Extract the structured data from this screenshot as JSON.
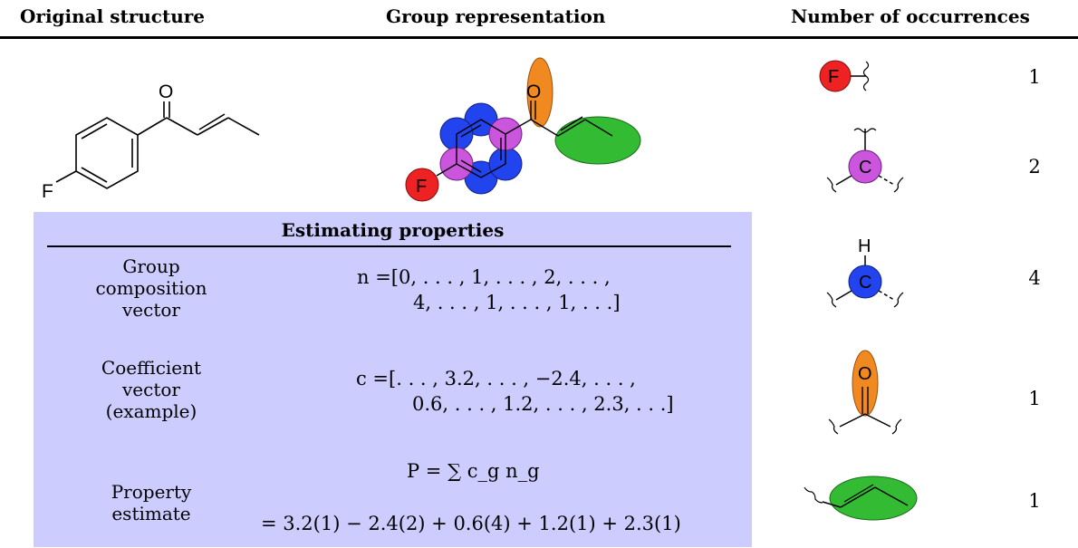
{
  "headers": {
    "original": "Original structure",
    "group": "Group representation",
    "occurrences": "Number of occurrences"
  },
  "molecule": {
    "oxygen": "O",
    "fluorine": "F"
  },
  "panel": {
    "title": "Estimating properties",
    "rows": [
      {
        "label": [
          "Group",
          "composition",
          "vector"
        ],
        "eq": [
          "n =[0, . . . , 1, . . . , 2, . . . ,",
          "4, . . . , 1, . . . , 1, . . .]"
        ]
      },
      {
        "label": [
          "Coefficient",
          "vector",
          "(example)"
        ],
        "eq": [
          "c =[. . . , 3.2, . . . , −2.4, . . . ,",
          "0.6, . . . , 1.2, . . . , 2.3, . . .]"
        ]
      },
      {
        "label": [
          "Property",
          "estimate"
        ],
        "eq": [
          "P = ∑ c_g n_g",
          "= 3.2(1) − 2.4(2) + 0.6(4) + 1.2(1) + 2.3(1)"
        ]
      }
    ]
  },
  "groups": [
    {
      "name": "fluorine",
      "atom": "F",
      "color": "#ee2222",
      "count": "1"
    },
    {
      "name": "aromatic-c-substituted",
      "atom": "C",
      "color": "#cc55dd",
      "count": "2"
    },
    {
      "name": "aromatic-ch",
      "atom": "C",
      "hydrogen": "H",
      "color": "#2244ee",
      "count": "4"
    },
    {
      "name": "carbonyl",
      "atom": "O",
      "color": "#f08a20",
      "count": "1"
    },
    {
      "name": "vinyl",
      "color": "#33bb33",
      "count": "1"
    }
  ]
}
